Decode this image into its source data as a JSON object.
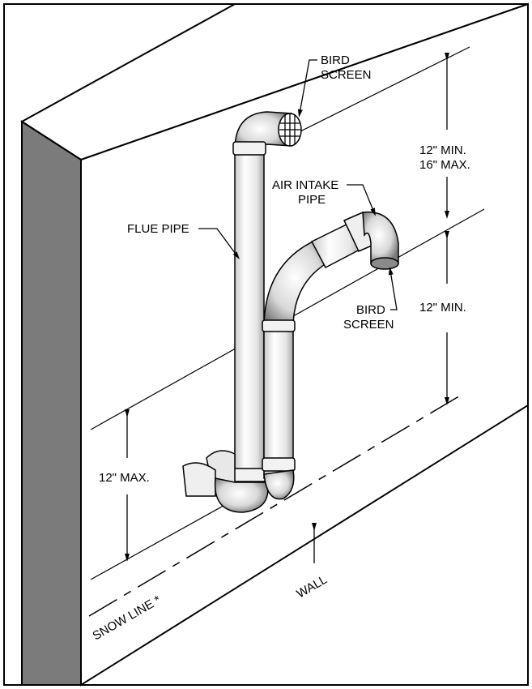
{
  "labels": {
    "bird_screen_top_1": "BIRD",
    "bird_screen_top_2": "SCREEN",
    "air_intake_1": "AIR INTAKE",
    "air_intake_2": "PIPE",
    "flue_pipe": "FLUE PIPE",
    "bird_screen_bottom_1": "BIRD",
    "bird_screen_bottom_2": "SCREEN",
    "dim_upper_1": "12\" MIN.",
    "dim_upper_2": "16\" MAX.",
    "dim_middle": "12\" MIN.",
    "dim_lower": "12\" MAX.",
    "snow_line": "SNOW LINE *",
    "wall": "WALL"
  },
  "colors": {
    "wall_side": "#7b7b7b",
    "wall_face": "#ffffff",
    "pipe_fill": "#f4f4f4",
    "pipe_shade": "#9a9a9a",
    "line": "#000000"
  }
}
